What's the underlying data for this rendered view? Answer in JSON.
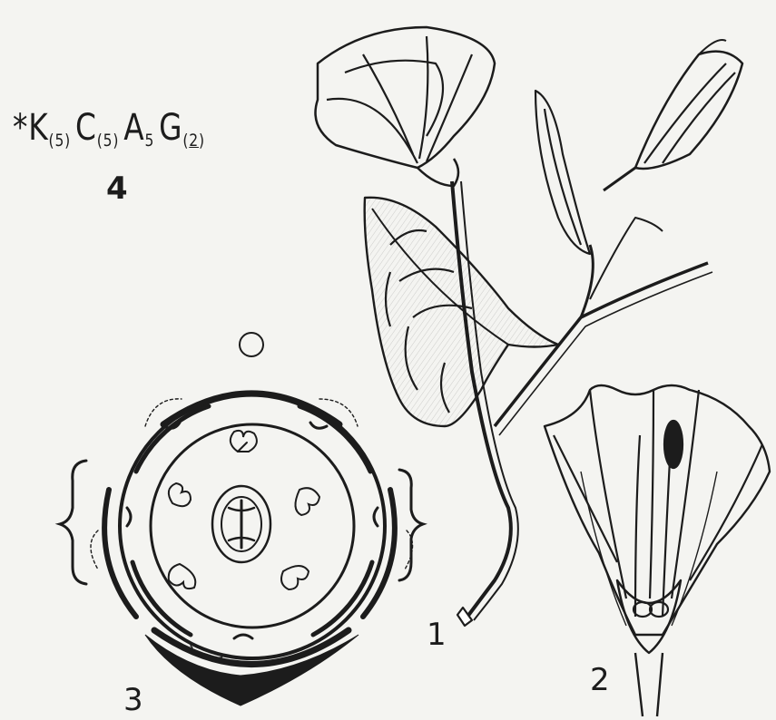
{
  "formula": {
    "symbol": "*",
    "K": "K",
    "K_sub": "(5)",
    "C": "C",
    "C_sub": "(5)",
    "A": "A",
    "A_sub": "5",
    "G": "G",
    "G_sub_open": "(",
    "G_sub_num": "2",
    "G_sub_close": ")"
  },
  "figure_numbers": {
    "n1": "1",
    "n2": "2",
    "n3": "3",
    "n4": "4"
  },
  "colors": {
    "ink": "#1c1c1c",
    "paper": "#f4f4f1"
  }
}
